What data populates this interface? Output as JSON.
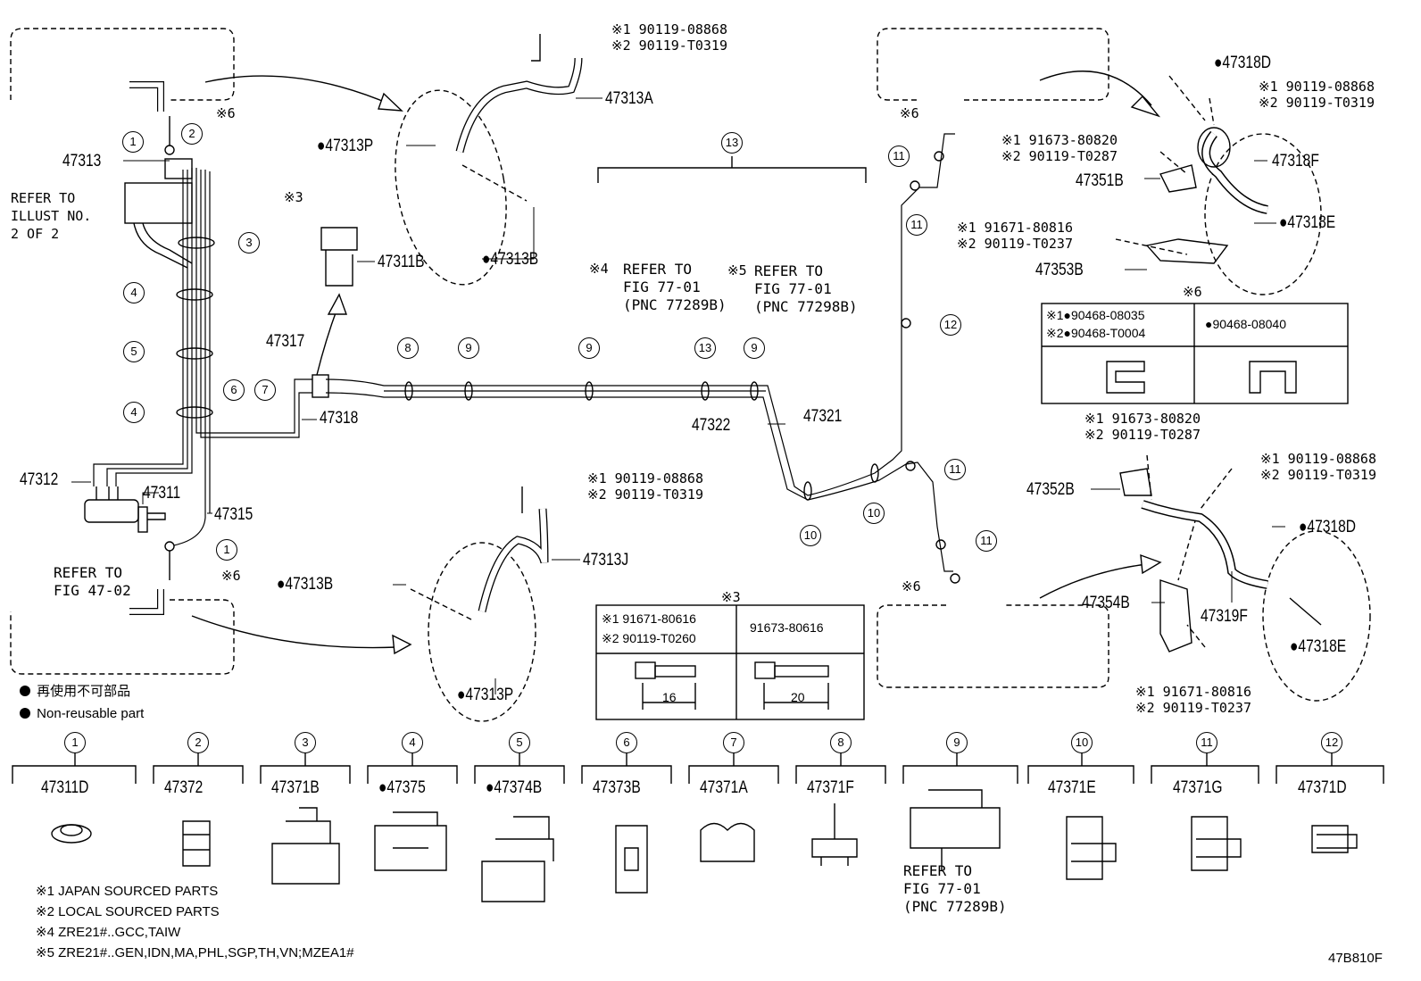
{
  "figure_code": "47B810F",
  "refer_illust": "REFER TO\nILLUST NO.\n2 OF 2",
  "refer_fig_47_02": "REFER TO\nFIG 47-02",
  "refer_fig_13a": "REFER TO\nFIG 77-01\n(PNC 77289B)",
  "refer_fig_13b": "REFER TO\nFIG 77-01\n(PNC 77298B)",
  "refer_fig_9": "REFER TO\nFIG 77-01\n(PNC 77289B)",
  "mark_4": "※4",
  "mark_5": "※5",
  "mark_3": "※3",
  "mark_6": "※6",
  "legend": {
    "jp": "再使用不可部品",
    "en": "Non-reusable part"
  },
  "notes": [
    "※1 JAPAN SOURCED PARTS",
    "※2 LOCAL SOURCED PARTS",
    "※4 ZRE21#..GCC,TAIW",
    "※5 ZRE21#..GEN,IDN,MA,PHL,SGP,TH,VN;MZEA1#"
  ],
  "labels": {
    "p47313": "47313",
    "p47312": "47312",
    "p47311": "47311",
    "p47315": "47315",
    "p47317": "47317",
    "p47318": "47318",
    "p47311B": "47311B",
    "p47313A": "47313A",
    "p47313P_top": "●47313P",
    "p47313B_top": "●47313B",
    "p47313B_bot": "●47313B",
    "p47313J": "47313J",
    "p47313P_bot": "●47313P",
    "p47322": "47322",
    "p47321": "47321",
    "p47318D_top": "●47318D",
    "p47318F": "47318F",
    "p47351B": "47351B",
    "p47318E_top": "●47318E",
    "p47353B": "47353B",
    "p47352B": "47352B",
    "p47318D_bot": "●47318D",
    "p47354B": "47354B",
    "p47319F": "47319F",
    "p47318E_bot": "●47318E"
  },
  "bolt_notes": {
    "top_center": [
      "※1 90119-08868",
      "※2 90119-T0319"
    ],
    "mid_center": [
      "※1 90119-08868",
      "※2 90119-T0319"
    ],
    "right_top_a": [
      "※1 90119-08868",
      "※2 90119-T0319"
    ],
    "right_top_b": [
      "※1 91673-80820",
      "※2 90119-T0287"
    ],
    "right_top_c": [
      "※1 91671-80816",
      "※2 90119-T0237"
    ],
    "right_mid_a": [
      "※1 91673-80820",
      "※2 90119-T0287"
    ],
    "right_mid_b": [
      "※1 90119-08868",
      "※2 90119-T0319"
    ],
    "right_bot": [
      "※1 91671-80816",
      "※2 90119-T0237"
    ]
  },
  "table_clip": {
    "mark": "※6",
    "left": [
      "※1●90468-08035",
      "※2●90468-T0004"
    ],
    "right": "●90468-08040"
  },
  "table_bolt": {
    "mark": "※3",
    "left": [
      "※1 91671-80616",
      "※2 90119-T0260"
    ],
    "right": "91673-80616",
    "dim_left": "16",
    "dim_right": "20"
  },
  "bottom_parts": [
    {
      "num": "1",
      "pn": "47311D"
    },
    {
      "num": "2",
      "pn": "47372"
    },
    {
      "num": "3",
      "pn": "47371B"
    },
    {
      "num": "4",
      "pn": "●47375"
    },
    {
      "num": "5",
      "pn": "●47374B"
    },
    {
      "num": "6",
      "pn": "47373B"
    },
    {
      "num": "7",
      "pn": "47371A"
    },
    {
      "num": "8",
      "pn": "47371F"
    },
    {
      "num": "9",
      "pn": ""
    },
    {
      "num": "10",
      "pn": "47371E"
    },
    {
      "num": "11",
      "pn": "47371G"
    },
    {
      "num": "12",
      "pn": "47371D"
    }
  ],
  "callouts": {
    "c1a": "1",
    "c2": "2",
    "c3": "3",
    "c4a": "4",
    "c5": "5",
    "c4b": "4",
    "c6": "6",
    "c7": "7",
    "c8": "8",
    "c9a": "9",
    "c9b": "9",
    "c13a": "13",
    "c9c": "9",
    "c1b": "1",
    "c13": "13",
    "c11a": "11",
    "c11b": "11",
    "c12": "12",
    "c11c": "11",
    "c10a": "10",
    "c10b": "10",
    "c11d": "11"
  }
}
